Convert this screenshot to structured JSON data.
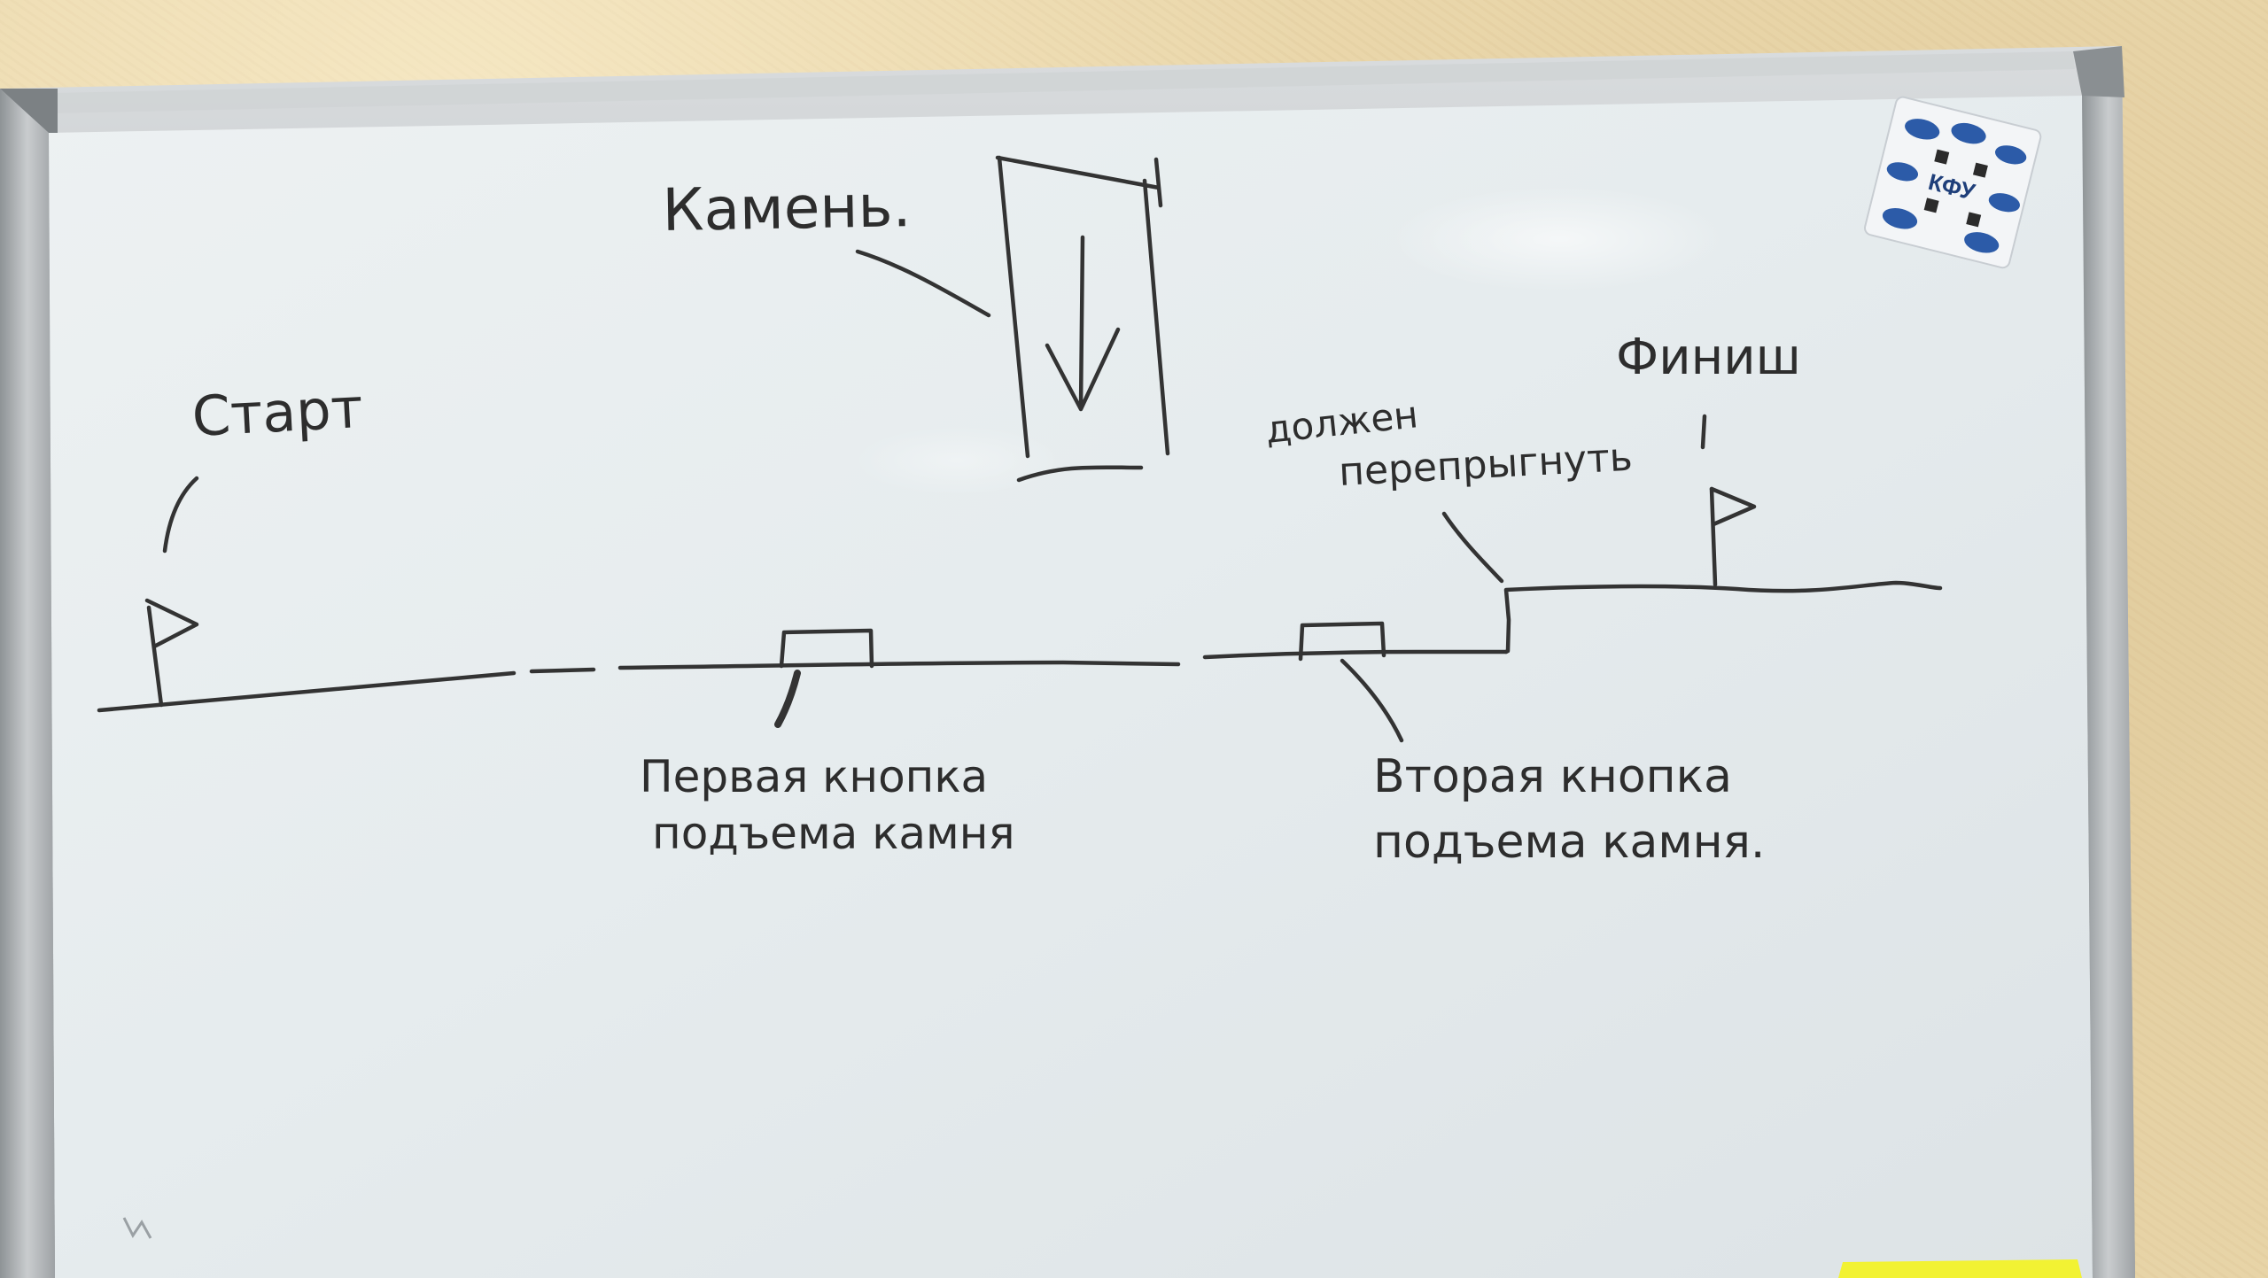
{
  "labels": {
    "stone": "Камень.",
    "start": "Старт",
    "finish": "Финиш",
    "jump_line1": "должен",
    "jump_line2": "перепрыгнуть",
    "button1_line1": "Первая кнопка",
    "button1_line2": "подъема камня",
    "button2_line1": "Вторая кнопка",
    "button2_line2": "подъема камня."
  },
  "sticker": {
    "text": "КФУ"
  },
  "colors": {
    "wall": "#ead7ab",
    "board": "#e9eef0",
    "frame": "#a9adb0",
    "marker": "#2d2d2d",
    "sticky_note": "#f2f233"
  }
}
